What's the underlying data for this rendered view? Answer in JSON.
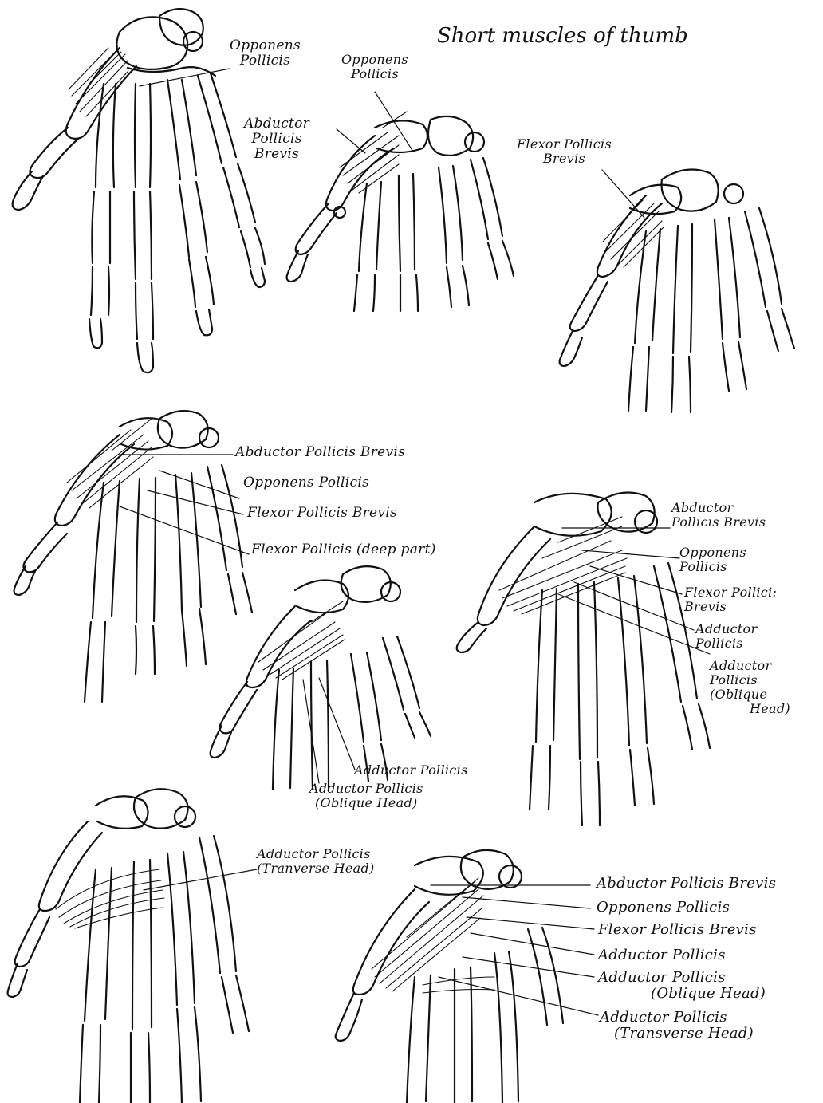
{
  "title": "Short muscles of thumb",
  "figure1": {
    "opponens": [
      "Opponens",
      "Pollicis"
    ]
  },
  "figure2": {
    "opponens": [
      "Opponens",
      "Pollicis"
    ],
    "abductor": [
      "Abductor",
      "Pollicis",
      "Brevis"
    ]
  },
  "figure3": {
    "flexor": [
      "Flexor Pollicis",
      "Brevis"
    ]
  },
  "figure4": {
    "labels": [
      "Abductor Pollicis Brevis",
      "Opponens Pollicis",
      "Flexor Pollicis Brevis",
      "Flexor Pollicis (deep part)"
    ]
  },
  "figure5": {
    "abductor": [
      "Abductor",
      "Pollicis Brevis"
    ],
    "opponens": [
      "Opponens",
      "Pollicis"
    ],
    "flexor": [
      "Flexor Pollici:",
      "Brevis"
    ],
    "adductor": [
      "Adductor",
      "Pollicis"
    ],
    "adductor_oblique": [
      "Adductor",
      "Pollicis",
      "(Oblique",
      "Head)"
    ]
  },
  "figure6": {
    "adductor": "Adductor Pollicis",
    "adductor_oblique": [
      "Adductor Pollicis",
      "(Oblique Head)"
    ]
  },
  "figure7": {
    "adductor_transverse": [
      "Adductor Pollicis",
      "(Tranverse Head)"
    ]
  },
  "figure8": {
    "labels": [
      "Abductor Pollicis Brevis",
      "Opponens Pollicis",
      "Flexor Pollicis Brevis",
      "Adductor Pollicis",
      "Adductor Pollicis",
      "(Oblique Head)",
      "Adductor Pollicis",
      "(Transverse Head)"
    ]
  },
  "icons": {
    "hand": "skeletal-hand-illustration"
  }
}
